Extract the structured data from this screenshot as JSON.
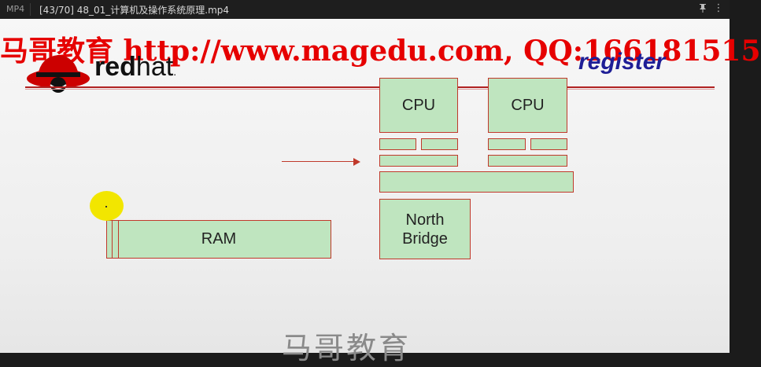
{
  "titlebar": {
    "format": "MP4",
    "filename": "[43/70] 48_01_计算机及操作系统原理.mp4",
    "pin_icon": "pin-icon",
    "more_icon": "more-icon"
  },
  "slide": {
    "watermark": "马哥教育 http://www.magedu.com, QQ:166181515",
    "logo_text_bold": "red",
    "logo_text_normal": "hat",
    "logo_trademark": ".",
    "register_label": "register",
    "cpu1_label": "CPU",
    "cpu2_label": "CPU",
    "north_bridge_label": "North\nBridge",
    "ram_label": "RAM",
    "bottom_watermark": "马哥教育"
  },
  "colors": {
    "box_fill": "#bfe5bf",
    "box_border": "#c0392b",
    "watermark": "#e60000",
    "register": "#1e1e96",
    "cursor_highlight": "#f2e600"
  }
}
